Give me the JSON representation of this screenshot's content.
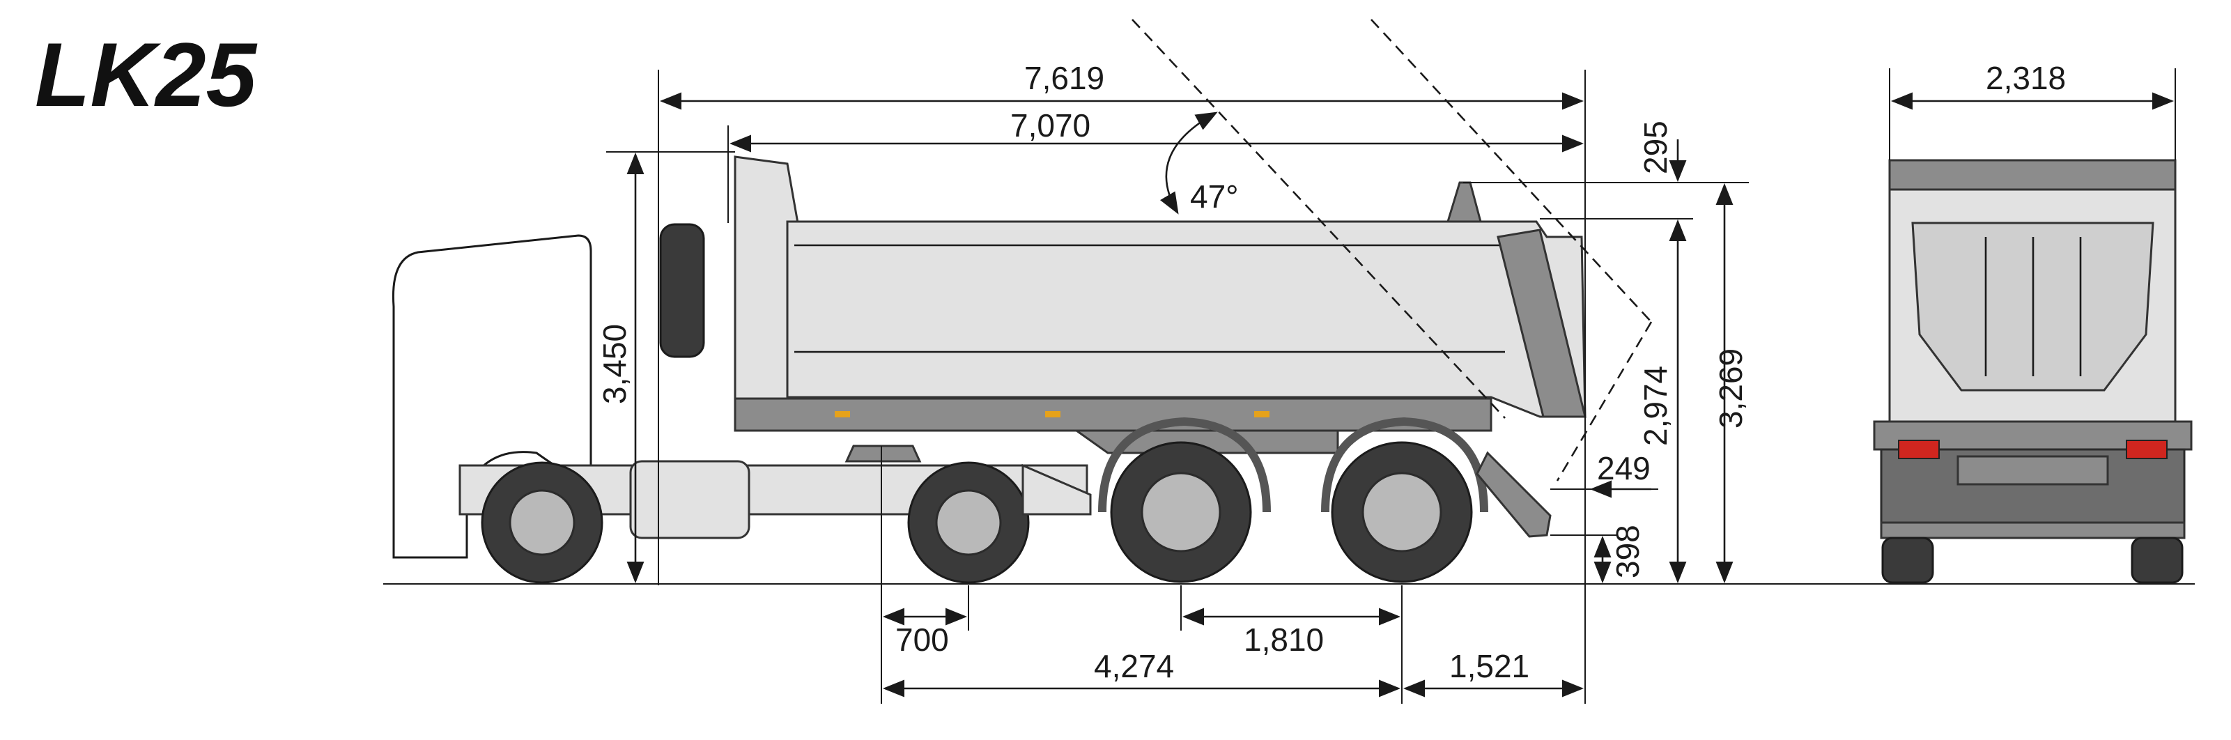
{
  "model_name": "LK25",
  "dimensions": {
    "overall_length": "7,619",
    "body_length": "7,070",
    "tip_angle": "47°",
    "tailgate_extra_height": "295",
    "overall_height": "3,450",
    "body_height": "2,974",
    "tailgate_top_height": "3,269",
    "rear_overhang_clearance": "249",
    "rear_ground_clearance": "398",
    "kingpin_offset": "700",
    "kingpin_to_first_axle": "4,274",
    "axle_spread": "1,810",
    "rear_overhang": "1,521",
    "overall_width": "2,318"
  },
  "colors": {
    "body": "#e2e2e2",
    "frame": "#8c8c8c",
    "dark": "#6d6d6d",
    "tire": "#3a3a3a",
    "lamp_red": "#d0261f",
    "lamp_amber": "#e6a21a"
  }
}
